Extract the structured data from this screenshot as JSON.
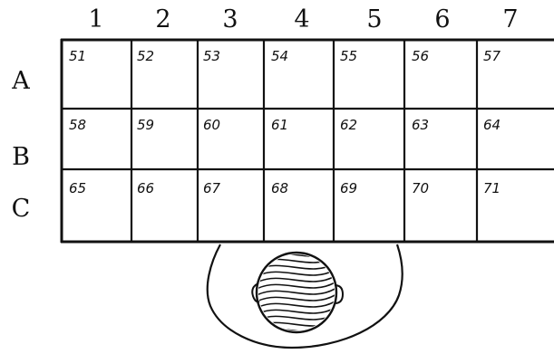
{
  "column_labels": [
    "1",
    "2",
    "3",
    "4",
    "5",
    "6",
    "7"
  ],
  "row_labels": [
    "A",
    "B",
    "C"
  ],
  "cells": [
    [
      "51",
      "52",
      "53",
      "54",
      "55",
      "56",
      "57"
    ],
    [
      "58",
      "59",
      "60",
      "61",
      "62",
      "63",
      "64"
    ],
    [
      "65",
      "66",
      "67",
      "68",
      "69",
      "70",
      "71"
    ]
  ],
  "colors": {
    "ink": "#111111",
    "background": "#ffffff"
  },
  "icons": {
    "globe": "hatched-globe-icon"
  }
}
